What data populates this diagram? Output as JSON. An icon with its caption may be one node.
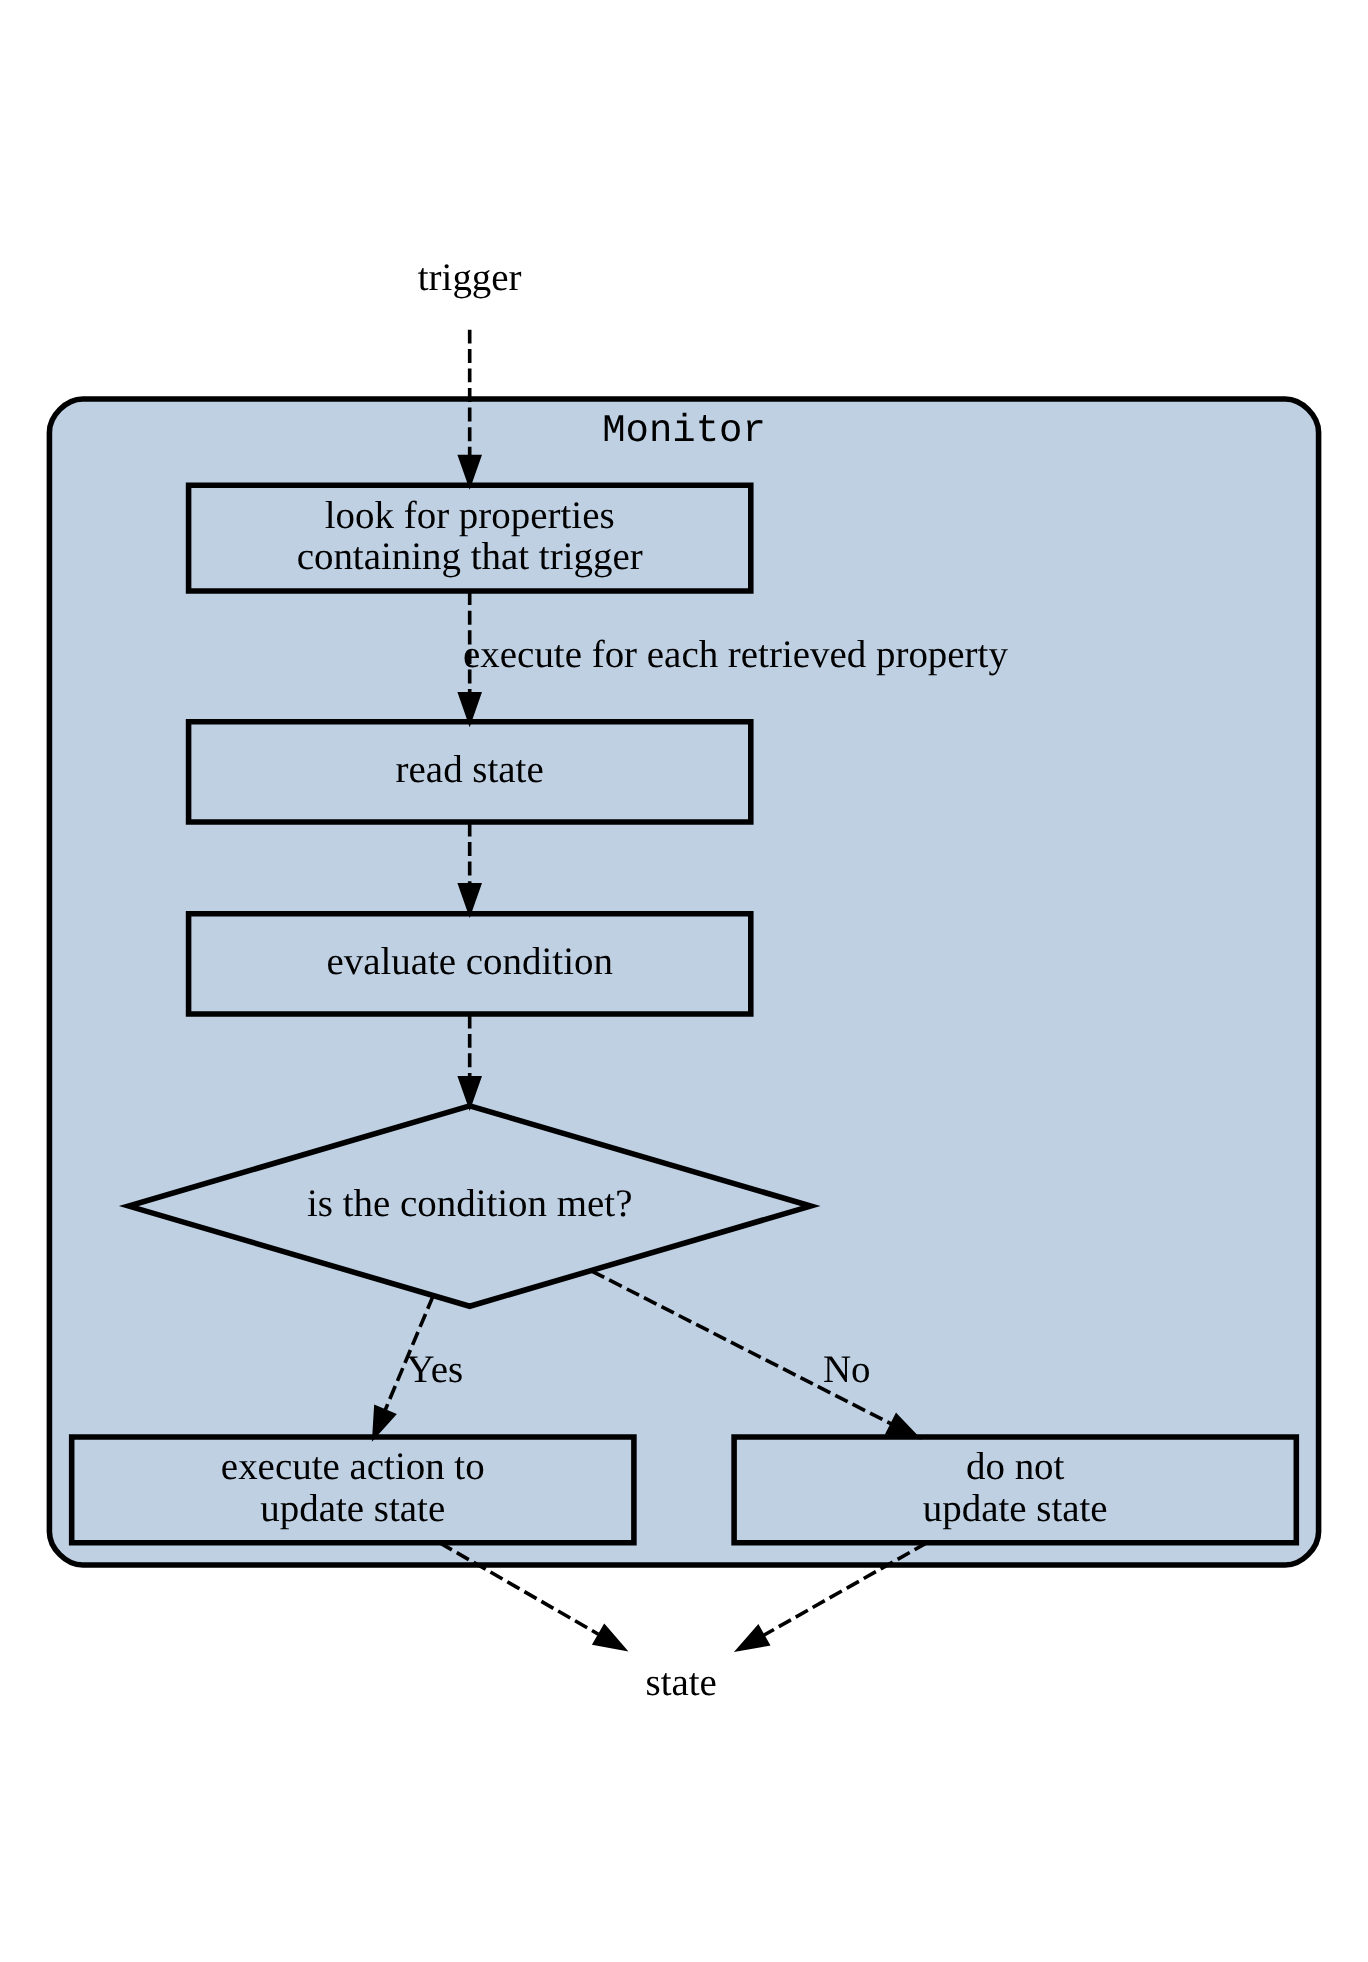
{
  "diagram": {
    "nodes": [
      {
        "text": [
          "trigger"
        ]
      },
      {
        "text": [
          "Monitor"
        ]
      },
      {
        "text": [
          "look for properties containing that trigger"
        ],
        "in": 1
      },
      {
        "text": [
          "read state"
        ],
        "in": 1
      },
      {
        "text": [
          "evaluate condition"
        ],
        "in": 1
      },
      {
        "text": [
          "is the condition met?"
        ],
        "in": 1
      },
      {
        "text": [
          "execute action to update state"
        ],
        "in": 1
      },
      {
        "text": [
          "do not update state"
        ],
        "in": 1
      },
      {
        "text": [
          "state"
        ]
      }
    ],
    "edges": [
      {
        "from": 0,
        "to": 2,
        "arrow": "to",
        "style": "dashed"
      },
      {
        "from": 2,
        "to": 3,
        "arrow": "to",
        "style": "dashed",
        "label": "execute for each retrieved property"
      },
      {
        "from": 3,
        "to": 4,
        "arrow": "to",
        "style": "dashed"
      },
      {
        "from": 4,
        "to": 5,
        "arrow": "to",
        "style": "dashed"
      },
      {
        "from": 5,
        "to": 6,
        "arrow": "to",
        "style": "dashed",
        "label": "Yes"
      },
      {
        "from": 5,
        "to": 7,
        "arrow": "to",
        "style": "dashed",
        "label": "No"
      },
      {
        "from": 6,
        "to": 8,
        "arrow": "to",
        "style": "dashed"
      },
      {
        "from": 7,
        "to": 8,
        "arrow": "to",
        "style": "dashed"
      }
    ]
  }
}
